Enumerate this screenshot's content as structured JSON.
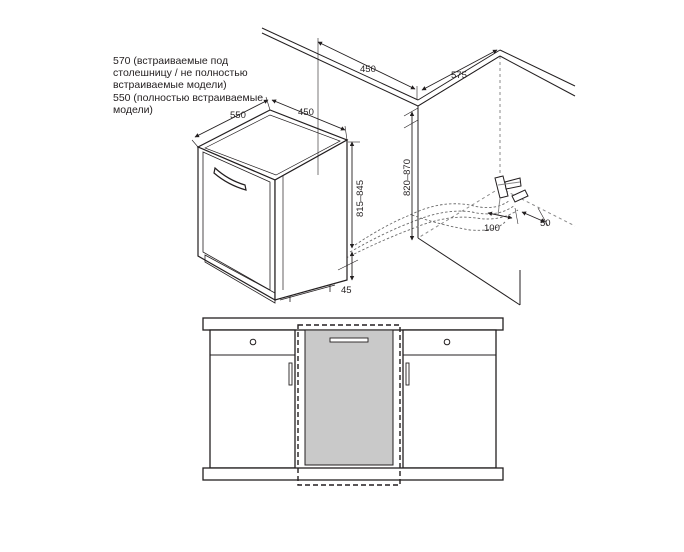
{
  "notes": {
    "partial_line1": "570 (встраиваемые под",
    "partial_line2": "столешницу /  не полностью",
    "partial_line3": "встраиваемые  модели)",
    "full_line1": "550 (полностью встраиваемые",
    "full_line2": "модели)"
  },
  "dimensions": {
    "depth_unit": "550",
    "width_unit": "450",
    "niche_width": "450",
    "niche_depth": "575",
    "height_unit": "815–845",
    "height_niche": "820–870",
    "plinth_gap": "45",
    "hose_offset": "100",
    "hose_wall_gap": "50"
  }
}
